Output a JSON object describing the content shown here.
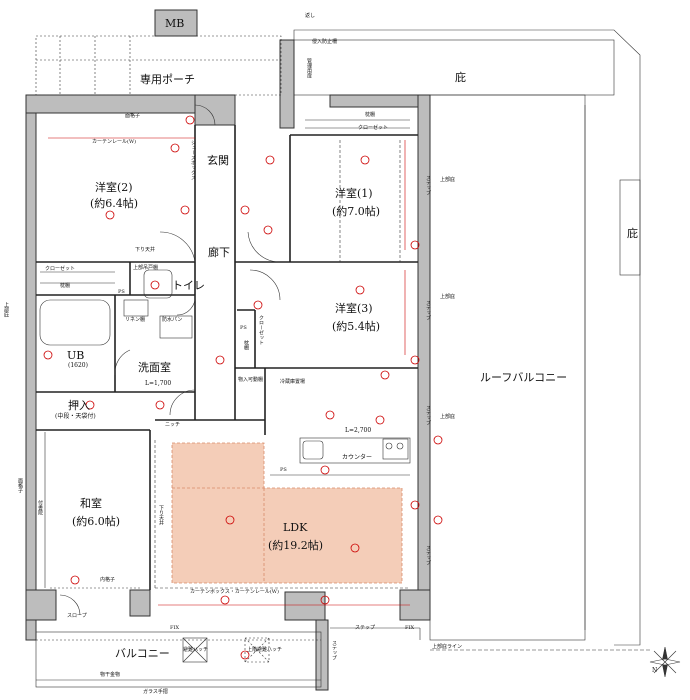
{
  "rooms": {
    "mb": "MB",
    "porch": "専用ポーチ",
    "entrance": "玄関",
    "hallway": "廊下",
    "western2": {
      "name": "洋室(2)",
      "size": "(約6.4帖)"
    },
    "western1": {
      "name": "洋室(1)",
      "size": "(約7.0帖)"
    },
    "western3": {
      "name": "洋室(3)",
      "size": "(約5.4帖)"
    },
    "toilet": "トイレ",
    "ub": {
      "name": "UB",
      "size": "(1620)"
    },
    "washroom": "洗面室",
    "closet_storage": {
      "name": "押入",
      "note": "(中段・天袋付)"
    },
    "japanese": {
      "name": "和室",
      "size": "(約6.0帖)"
    },
    "ldk": {
      "name": "LDK",
      "size": "(約19.2帖)"
    },
    "garden_top": "庇",
    "garden_right": "庇",
    "roof_balcony": "ルーフバルコニー",
    "balcony": "バルコニー"
  },
  "labels": {
    "counter": "カウンター",
    "kitchen_length": "L=2,700",
    "washroom_length": "L=1,700",
    "curtain_rail_w": "カーテンレール(W)",
    "curtain_box_rail": "カーテンボックス・カーテンレール(W)",
    "closet": "クローゼット",
    "closet_vert": "クローゼット",
    "shelf": "枕棚",
    "shoebox": "シューズボックス",
    "linen": "リネン棚",
    "pan": "防水パン",
    "fridge": "冷蔵庫置場",
    "storage_mov": "物入可動棚",
    "niche": "ニッチ",
    "ps": "PS",
    "drop_ceiling": "下り天井",
    "step": "ステップ",
    "fix": "FIX",
    "hatch_escape": "避難ハッチ",
    "hatch_upper": "上階避難ハッチ",
    "handrail": "物干金物",
    "glass_rail": "ガラス手摺",
    "upper_eave_line": "上部庇ライン",
    "upper_eave": "上部庇",
    "inner_lattice": "内格子",
    "face_lattice": "面格子",
    "slope": "スロープ",
    "intrusion_fence": "侵入防止柵",
    "meter_box": "管理用扉",
    "step_back": "返し",
    "tokonoma": "付書院",
    "upper_storage": "上部吊戸棚"
  },
  "compass": "N"
}
